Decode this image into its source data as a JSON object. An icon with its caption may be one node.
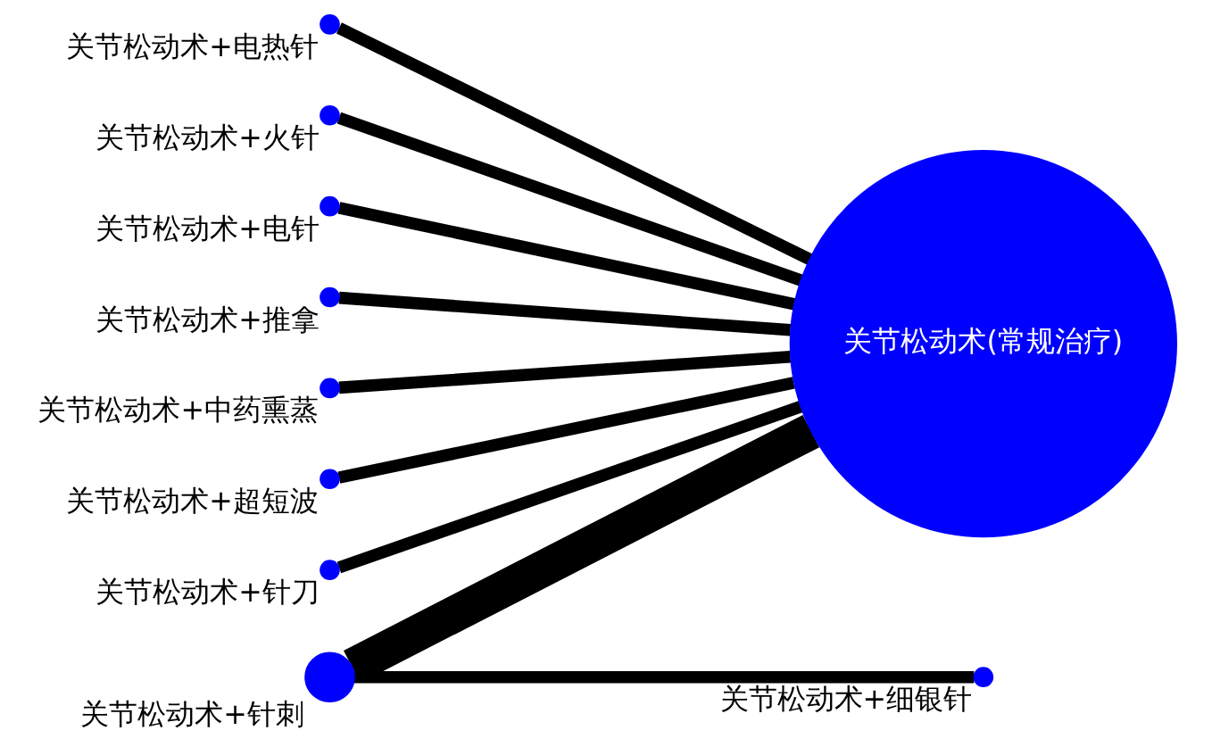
{
  "diagram": {
    "nodes": [
      {
        "text": [
          "关节松动术+电热针"
        ]
      },
      {
        "text": [
          "关节松动术+火针"
        ]
      },
      {
        "text": [
          "关节松动术+电针"
        ]
      },
      {
        "text": [
          "关节松动术+推拿"
        ]
      },
      {
        "text": [
          "关节松动术+针刺"
        ]
      },
      {
        "text": [
          "关节松动术+中药熏蒸"
        ]
      },
      {
        "text": [
          "关节松动术+细银针"
        ]
      },
      {
        "text": [
          "关节松动术(常规治疗)"
        ]
      },
      {
        "text": [
          "关节松动术+超短波"
        ]
      },
      {
        "text": [
          "关节松动术+针刀"
        ]
      }
    ],
    "edges": [
      {
        "from": 0,
        "to": 7,
        "arrow": "none"
      },
      {
        "from": 1,
        "to": 7,
        "arrow": "none"
      },
      {
        "from": 2,
        "to": 7,
        "arrow": "none"
      },
      {
        "from": 3,
        "to": 7,
        "arrow": "none"
      },
      {
        "from": 4,
        "to": 7,
        "arrow": "none",
        "style": "thick"
      },
      {
        "from": 5,
        "to": 7,
        "arrow": "none"
      },
      {
        "from": 4,
        "to": 6,
        "arrow": "none"
      },
      {
        "from": 8,
        "to": 7,
        "arrow": "none"
      },
      {
        "from": 9,
        "to": 7,
        "arrow": "none"
      }
    ]
  }
}
